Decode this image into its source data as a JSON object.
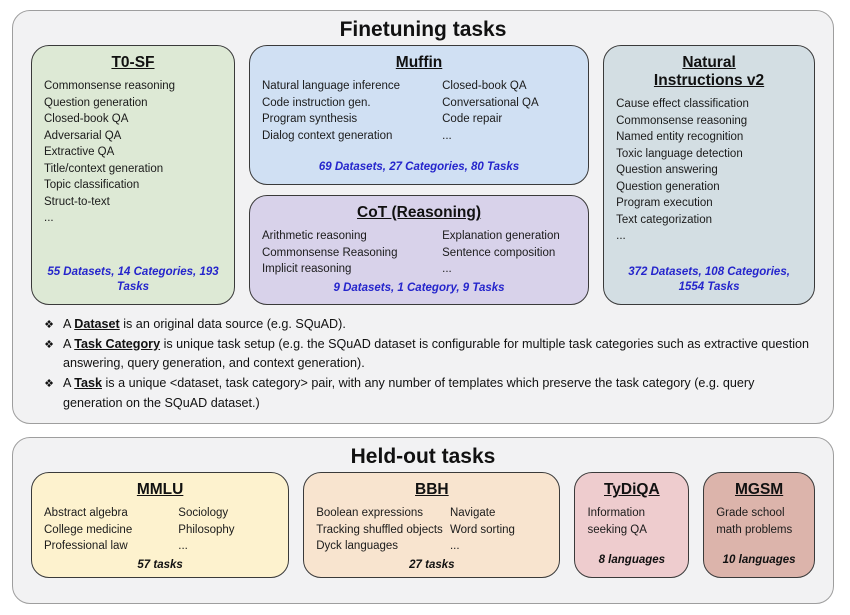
{
  "colors": {
    "panel_bg": "#f2f2f3",
    "panel_border": "#9e9e9e",
    "box_border": "#3a3a3a",
    "t0sf_bg": "#dde9d5",
    "muffin_bg": "#d0e0f3",
    "cot_bg": "#d8d2ea",
    "niv2_bg": "#d3dee3",
    "mmlu_bg": "#fdf2ce",
    "bbh_bg": "#f8e4cf",
    "tydiqa_bg": "#eeccce",
    "mgsm_bg": "#dcb4ab",
    "count_blue": "#2525cc"
  },
  "finetuning": {
    "title": "Finetuning tasks",
    "bullet_glyph": "❖",
    "boxes": {
      "t0sf": {
        "title": "T0-SF",
        "items": [
          "Commonsense reasoning",
          "Question generation",
          "Closed-book QA",
          "Adversarial QA",
          "Extractive QA",
          "Title/context generation",
          "Topic classification",
          "Struct-to-text",
          "..."
        ],
        "count": "55 Datasets, 14 Categories, 193 Tasks"
      },
      "muffin": {
        "title": "Muffin",
        "items_left": [
          "Natural language inference",
          "Code instruction gen.",
          "Program synthesis",
          "Dialog context generation"
        ],
        "items_right": [
          "Closed-book QA",
          "Conversational QA",
          "Code repair",
          "..."
        ],
        "count": "69 Datasets, 27 Categories, 80 Tasks"
      },
      "cot": {
        "title": "CoT (Reasoning)",
        "items_left": [
          "Arithmetic reasoning",
          "Commonsense Reasoning",
          "Implicit reasoning"
        ],
        "items_right": [
          "Explanation generation",
          "Sentence composition",
          "..."
        ],
        "count": "9 Datasets, 1 Category, 9 Tasks"
      },
      "niv2": {
        "title": "Natural Instructions v2",
        "items": [
          "Cause effect classification",
          "Commonsense reasoning",
          "Named entity recognition",
          "Toxic language detection",
          "Question answering",
          "Question generation",
          "Program execution",
          "Text categorization",
          "..."
        ],
        "count": "372 Datasets, 108 Categories, 1554 Tasks"
      }
    },
    "notes": [
      {
        "pre": "A ",
        "term": "Dataset",
        "post": " is an original data source (e.g. SQuAD)."
      },
      {
        "pre": "A ",
        "term": "Task Category",
        "post": " is unique task setup (e.g. the SQuAD dataset is configurable for multiple task categories such as extractive question answering, query generation, and context generation)."
      },
      {
        "pre": "A ",
        "term": "Task",
        "post": " is a unique <dataset, task category> pair, with any number of templates which preserve the task category (e.g. query generation on the SQuAD dataset.)"
      }
    ]
  },
  "heldout": {
    "title": "Held-out tasks",
    "boxes": {
      "mmlu": {
        "title": "MMLU",
        "items_left": [
          "Abstract algebra",
          "College medicine",
          "Professional law"
        ],
        "items_right": [
          "Sociology",
          "Philosophy",
          "..."
        ],
        "count": "57 tasks"
      },
      "bbh": {
        "title": "BBH",
        "items_left": [
          "Boolean expressions",
          "Tracking shuffled objects",
          "Dyck languages"
        ],
        "items_right": [
          "Navigate",
          "Word sorting",
          "..."
        ],
        "count": "27 tasks"
      },
      "tydiqa": {
        "title": "TyDiQA",
        "items": [
          "Information seeking QA"
        ],
        "count": "8 languages"
      },
      "mgsm": {
        "title": "MGSM",
        "items": [
          "Grade school math problems"
        ],
        "count": "10 languages"
      }
    }
  }
}
